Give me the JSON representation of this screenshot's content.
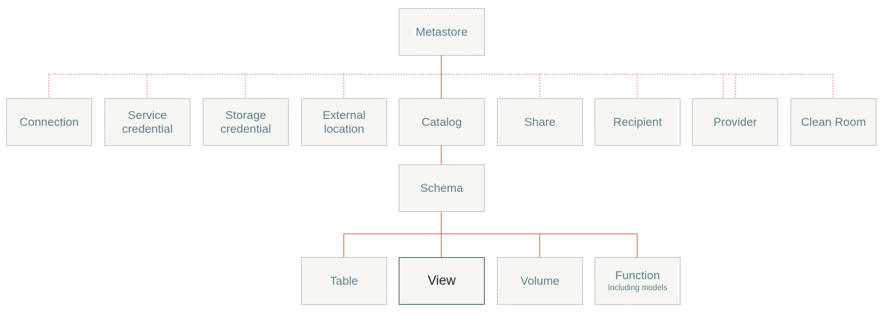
{
  "root": {
    "label": "Metastore"
  },
  "level1": [
    {
      "id": "connection",
      "label": "Connection",
      "lines": [
        "Connection"
      ]
    },
    {
      "id": "service-credential",
      "label": "Service credential",
      "lines": [
        "Service",
        "credential"
      ]
    },
    {
      "id": "storage-credential",
      "label": "Storage credential",
      "lines": [
        "Storage",
        "credential"
      ]
    },
    {
      "id": "external-location",
      "label": "External location",
      "lines": [
        "External",
        "location"
      ]
    },
    {
      "id": "catalog",
      "label": "Catalog",
      "lines": [
        "Catalog"
      ]
    },
    {
      "id": "share",
      "label": "Share",
      "lines": [
        "Share"
      ]
    },
    {
      "id": "recipient",
      "label": "Recipient",
      "lines": [
        "Recipient"
      ]
    },
    {
      "id": "provider",
      "label": "Provider",
      "lines": [
        "Provider"
      ]
    },
    {
      "id": "clean-room",
      "label": "Clean Room",
      "lines": [
        "Clean Room"
      ]
    }
  ],
  "schema": {
    "label": "Schema"
  },
  "level3": [
    {
      "id": "table",
      "label": "Table",
      "sublabel": ""
    },
    {
      "id": "view",
      "label": "View",
      "sublabel": "",
      "selected": true
    },
    {
      "id": "volume",
      "label": "Volume",
      "sublabel": ""
    },
    {
      "id": "function",
      "label": "Function",
      "sublabel": "Including models"
    }
  ],
  "colors": {
    "connector": "#e06a5f",
    "box_fill": "#f7f6f2",
    "box_border": "#6f8f8a",
    "text": "#5a7f8a",
    "selected_border": "#2f4f5f",
    "selected_text": "#1b1f23"
  }
}
